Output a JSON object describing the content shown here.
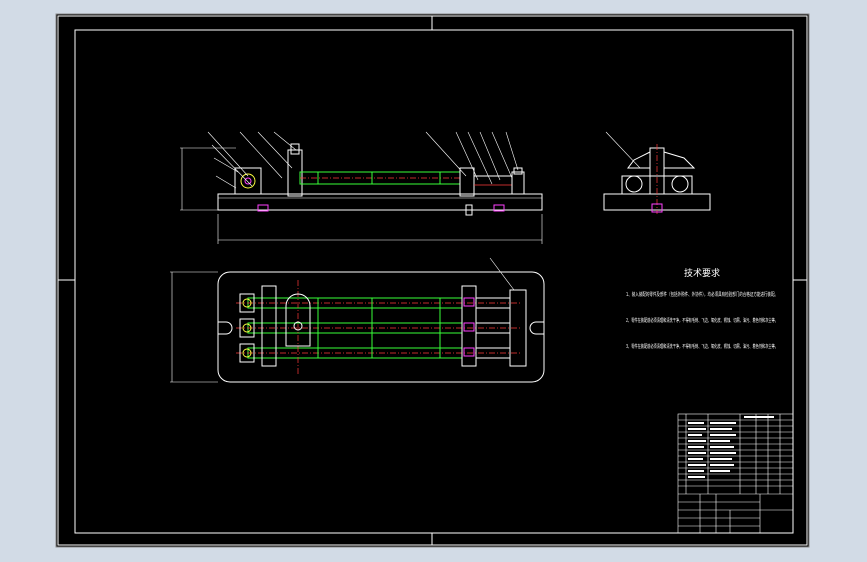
{
  "technical_requirements": {
    "title": "技术要求",
    "items": [
      "1、装入装配的零件及部件（包括外购件、外协件），均必须具有检验部门的合格证方能进行装配。",
      "2、零件在装配前必须清理和清洗干净，不得有毛刺、飞边、氧化皮、锈蚀、切屑、油污、着色剂和灰尘等。",
      "3、零件在装配前必须清理和清洗干净，不得有毛刺、飞边、氧化皮、锈蚀、切屑、油污、着色剂和灰尘等。"
    ]
  },
  "colors": {
    "background": "#000000",
    "border": "#ffffff",
    "part_outline": "#ffffff",
    "centerline": "#ff3b3b",
    "shaft": "#39ff39",
    "highlight": "#ff40ff",
    "accent": "#ffff40"
  }
}
